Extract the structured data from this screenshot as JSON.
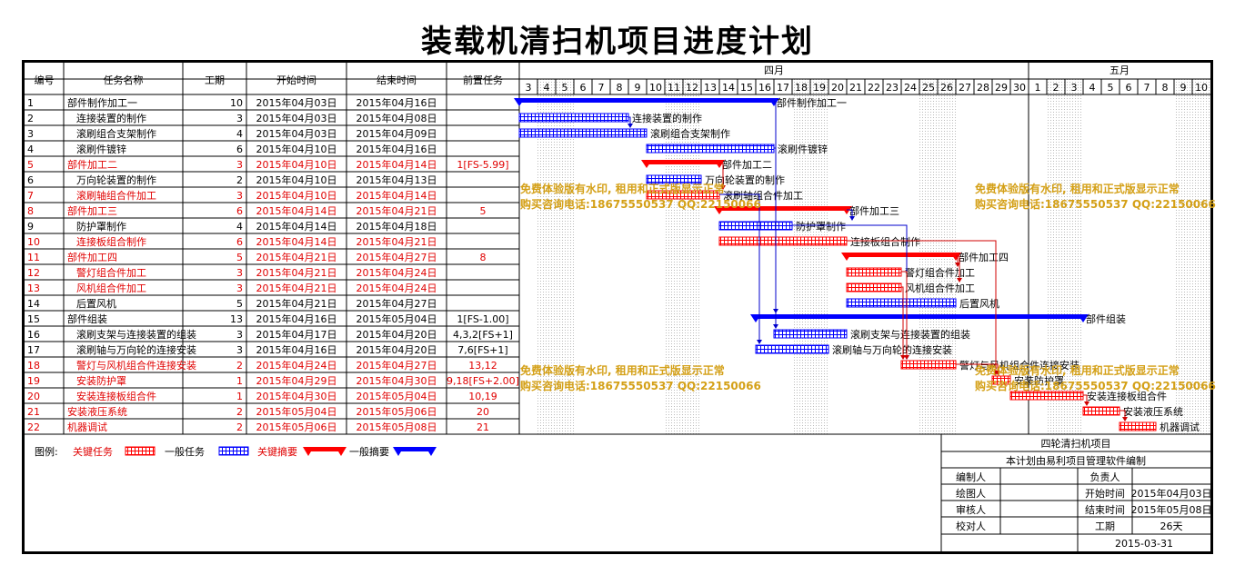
{
  "title": "装载机清扫机项目进度计划",
  "columns": [
    "编号",
    "任务名称",
    "工期",
    "开始时间",
    "结束时间",
    "前置任务"
  ],
  "months": [
    {
      "label": "四月",
      "days": [
        "3",
        "4",
        "5",
        "6",
        "7",
        "8",
        "9",
        "10",
        "11",
        "12",
        "13",
        "14",
        "15",
        "16",
        "17",
        "18",
        "19",
        "20",
        "21",
        "22",
        "23",
        "24",
        "25",
        "26",
        "27",
        "28",
        "29",
        "30"
      ]
    },
    {
      "label": "五月",
      "days": [
        "1",
        "2",
        "3",
        "4",
        "5",
        "6",
        "7",
        "8",
        "9",
        "10"
      ]
    }
  ],
  "tasks": [
    {
      "id": "1",
      "name": "部件制作加工一",
      "dur": "10",
      "start": "2015年04月03日",
      "end": "2015年04月16日",
      "pred": "",
      "type": "summary",
      "critical": false,
      "indent": 0,
      "label": "部件制作加工一",
      "s": 0,
      "e": 14
    },
    {
      "id": "2",
      "name": "连接装置的制作",
      "dur": "3",
      "start": "2015年04月03日",
      "end": "2015年04月08日",
      "pred": "",
      "type": "task",
      "critical": false,
      "indent": 1,
      "label": "连接装置的制作",
      "s": 0,
      "e": 6
    },
    {
      "id": "3",
      "name": "滚刷组合支架制作",
      "dur": "4",
      "start": "2015年04月03日",
      "end": "2015年04月09日",
      "pred": "",
      "type": "task",
      "critical": false,
      "indent": 1,
      "label": "滚刷组合支架制作",
      "s": 0,
      "e": 7
    },
    {
      "id": "4",
      "name": "滚刷件镀锌",
      "dur": "6",
      "start": "2015年04月10日",
      "end": "2015年04月16日",
      "pred": "",
      "type": "task",
      "critical": false,
      "indent": 1,
      "label": "滚刷件镀锌",
      "s": 7,
      "e": 14
    },
    {
      "id": "5",
      "name": "部件加工二",
      "dur": "3",
      "start": "2015年04月10日",
      "end": "2015年04月14日",
      "pred": "1[FS-5.99]",
      "type": "summary",
      "critical": true,
      "indent": 0,
      "label": "部件加工二",
      "s": 7,
      "e": 11
    },
    {
      "id": "6",
      "name": "万向轮装置的制作",
      "dur": "2",
      "start": "2015年04月10日",
      "end": "2015年04月13日",
      "pred": "",
      "type": "task",
      "critical": false,
      "indent": 1,
      "label": "万向轮装置的制作",
      "s": 7,
      "e": 10
    },
    {
      "id": "7",
      "name": "滚刷轴组合件加工",
      "dur": "3",
      "start": "2015年04月10日",
      "end": "2015年04月14日",
      "pred": "",
      "type": "task",
      "critical": true,
      "indent": 1,
      "label": "滚刷轴组合件加工",
      "s": 7,
      "e": 11
    },
    {
      "id": "8",
      "name": "部件加工三",
      "dur": "6",
      "start": "2015年04月14日",
      "end": "2015年04月21日",
      "pred": "5",
      "type": "summary",
      "critical": true,
      "indent": 0,
      "label": "部件加工三",
      "s": 11,
      "e": 18
    },
    {
      "id": "9",
      "name": "防护罩制作",
      "dur": "4",
      "start": "2015年04月14日",
      "end": "2015年04月18日",
      "pred": "",
      "type": "task",
      "critical": false,
      "indent": 1,
      "label": "防护罩制作",
      "s": 11,
      "e": 15
    },
    {
      "id": "10",
      "name": "连接板组合制作",
      "dur": "6",
      "start": "2015年04月14日",
      "end": "2015年04月21日",
      "pred": "",
      "type": "task",
      "critical": true,
      "indent": 1,
      "label": "连接板组合制作",
      "s": 11,
      "e": 18
    },
    {
      "id": "11",
      "name": "部件加工四",
      "dur": "5",
      "start": "2015年04月21日",
      "end": "2015年04月27日",
      "pred": "8",
      "type": "summary",
      "critical": true,
      "indent": 0,
      "label": "部件加工四",
      "s": 18,
      "e": 24
    },
    {
      "id": "12",
      "name": "警灯组合件加工",
      "dur": "3",
      "start": "2015年04月21日",
      "end": "2015年04月24日",
      "pred": "",
      "type": "task",
      "critical": true,
      "indent": 1,
      "label": "警灯组合件加工",
      "s": 18,
      "e": 21
    },
    {
      "id": "13",
      "name": "风机组合件加工",
      "dur": "3",
      "start": "2015年04月21日",
      "end": "2015年04月24日",
      "pred": "",
      "type": "task",
      "critical": true,
      "indent": 1,
      "label": "风机组合件加工",
      "s": 18,
      "e": 21
    },
    {
      "id": "14",
      "name": "后置风机",
      "dur": "5",
      "start": "2015年04月21日",
      "end": "2015年04月27日",
      "pred": "",
      "type": "task",
      "critical": false,
      "indent": 1,
      "label": "后置风机",
      "s": 18,
      "e": 24
    },
    {
      "id": "15",
      "name": "部件组装",
      "dur": "13",
      "start": "2015年04月16日",
      "end": "2015年05月04日",
      "pred": "1[FS-1.00]",
      "type": "summary",
      "critical": false,
      "indent": 0,
      "label": "部件组装",
      "s": 13,
      "e": 31
    },
    {
      "id": "16",
      "name": "滚刷支架与连接装置的组装",
      "dur": "3",
      "start": "2015年04月17日",
      "end": "2015年04月20日",
      "pred": "4,3,2[FS+1]",
      "type": "task",
      "critical": false,
      "indent": 1,
      "label": "滚刷支架与连接装置的组装",
      "s": 14,
      "e": 18
    },
    {
      "id": "17",
      "name": "滚刷轴与万向轮的连接安装",
      "dur": "3",
      "start": "2015年04月16日",
      "end": "2015年04月20日",
      "pred": "7,6[FS+1]",
      "type": "task",
      "critical": false,
      "indent": 1,
      "label": "滚刷轴与万向轮的连接安装",
      "s": 13,
      "e": 17
    },
    {
      "id": "18",
      "name": "警灯与风机组合件连接安装",
      "dur": "2",
      "start": "2015年04月24日",
      "end": "2015年04月27日",
      "pred": "13,12",
      "type": "task",
      "critical": true,
      "indent": 1,
      "label": "警灯与风机组合件连接安装",
      "s": 21,
      "e": 24
    },
    {
      "id": "19",
      "name": "安装防护罩",
      "dur": "1",
      "start": "2015年04月29日",
      "end": "2015年04月30日",
      "pred": "9,18[FS+2.00]",
      "type": "task",
      "critical": true,
      "indent": 1,
      "label": "安装防护罩",
      "s": 26,
      "e": 27
    },
    {
      "id": "20",
      "name": "安装连接板组合件",
      "dur": "1",
      "start": "2015年04月30日",
      "end": "2015年05月04日",
      "pred": "10,19",
      "type": "task",
      "critical": true,
      "indent": 1,
      "label": "安装连接板组合件",
      "s": 27,
      "e": 31
    },
    {
      "id": "21",
      "name": "安装液压系统",
      "dur": "2",
      "start": "2015年05月04日",
      "end": "2015年05月06日",
      "pred": "20",
      "type": "task",
      "critical": true,
      "indent": 0,
      "label": "安装液压系统",
      "s": 31,
      "e": 33
    },
    {
      "id": "22",
      "name": "机器调试",
      "dur": "2",
      "start": "2015年05月06日",
      "end": "2015年05月08日",
      "pred": "21",
      "type": "task",
      "critical": true,
      "indent": 0,
      "label": "机器调试",
      "s": 33,
      "e": 35
    }
  ],
  "links": [
    [
      1,
      2
    ],
    [
      4,
      6
    ],
    [
      7,
      8
    ],
    [
      10,
      11
    ],
    [
      10,
      12
    ],
    [
      17,
      18
    ],
    [
      3,
      15
    ],
    [
      6,
      16
    ],
    [
      8,
      17
    ],
    [
      0,
      14
    ],
    [
      9,
      18
    ],
    [
      11,
      17
    ],
    [
      12,
      17
    ],
    [
      19,
      20
    ],
    [
      20,
      21
    ]
  ],
  "legend": {
    "prefix": "图例:",
    "items": [
      {
        "label": "关键任务",
        "critical": true,
        "type": "task"
      },
      {
        "label": "一般任务",
        "critical": false,
        "type": "task"
      },
      {
        "label": "关键摘要",
        "critical": true,
        "type": "summary"
      },
      {
        "label": "一般摘要",
        "critical": false,
        "type": "summary"
      }
    ]
  },
  "info": {
    "project": "四轮清扫机项目",
    "note": "本计划由易利项目管理软件编制",
    "rows": [
      [
        "编制人",
        "",
        "负责人",
        ""
      ],
      [
        "绘图人",
        "",
        "开始时间",
        "2015年04月03日"
      ],
      [
        "审核人",
        "",
        "结束时间",
        "2015年05月08日"
      ],
      [
        "校对人",
        "",
        "工期",
        "26天"
      ]
    ],
    "date": "2015-03-31"
  },
  "watermarks": [
    {
      "line1": "免费体验版有水印, 租用和正式版显示正常",
      "line2": "购买咨询电话:18675550537 QQ:22150066"
    }
  ],
  "colors": {
    "critical": "#ff0000",
    "normal": "#0000ff",
    "criticalText": "#e00000",
    "watermark": "#d4a017",
    "link": "#0000cc",
    "criticalLink": "#d00000"
  },
  "chart_data": {
    "type": "gantt",
    "title": "装载机清扫机项目进度计划",
    "x_axis": "2015-04-03 to 2015-05-10 (days)",
    "tasks_ref": "tasks"
  }
}
